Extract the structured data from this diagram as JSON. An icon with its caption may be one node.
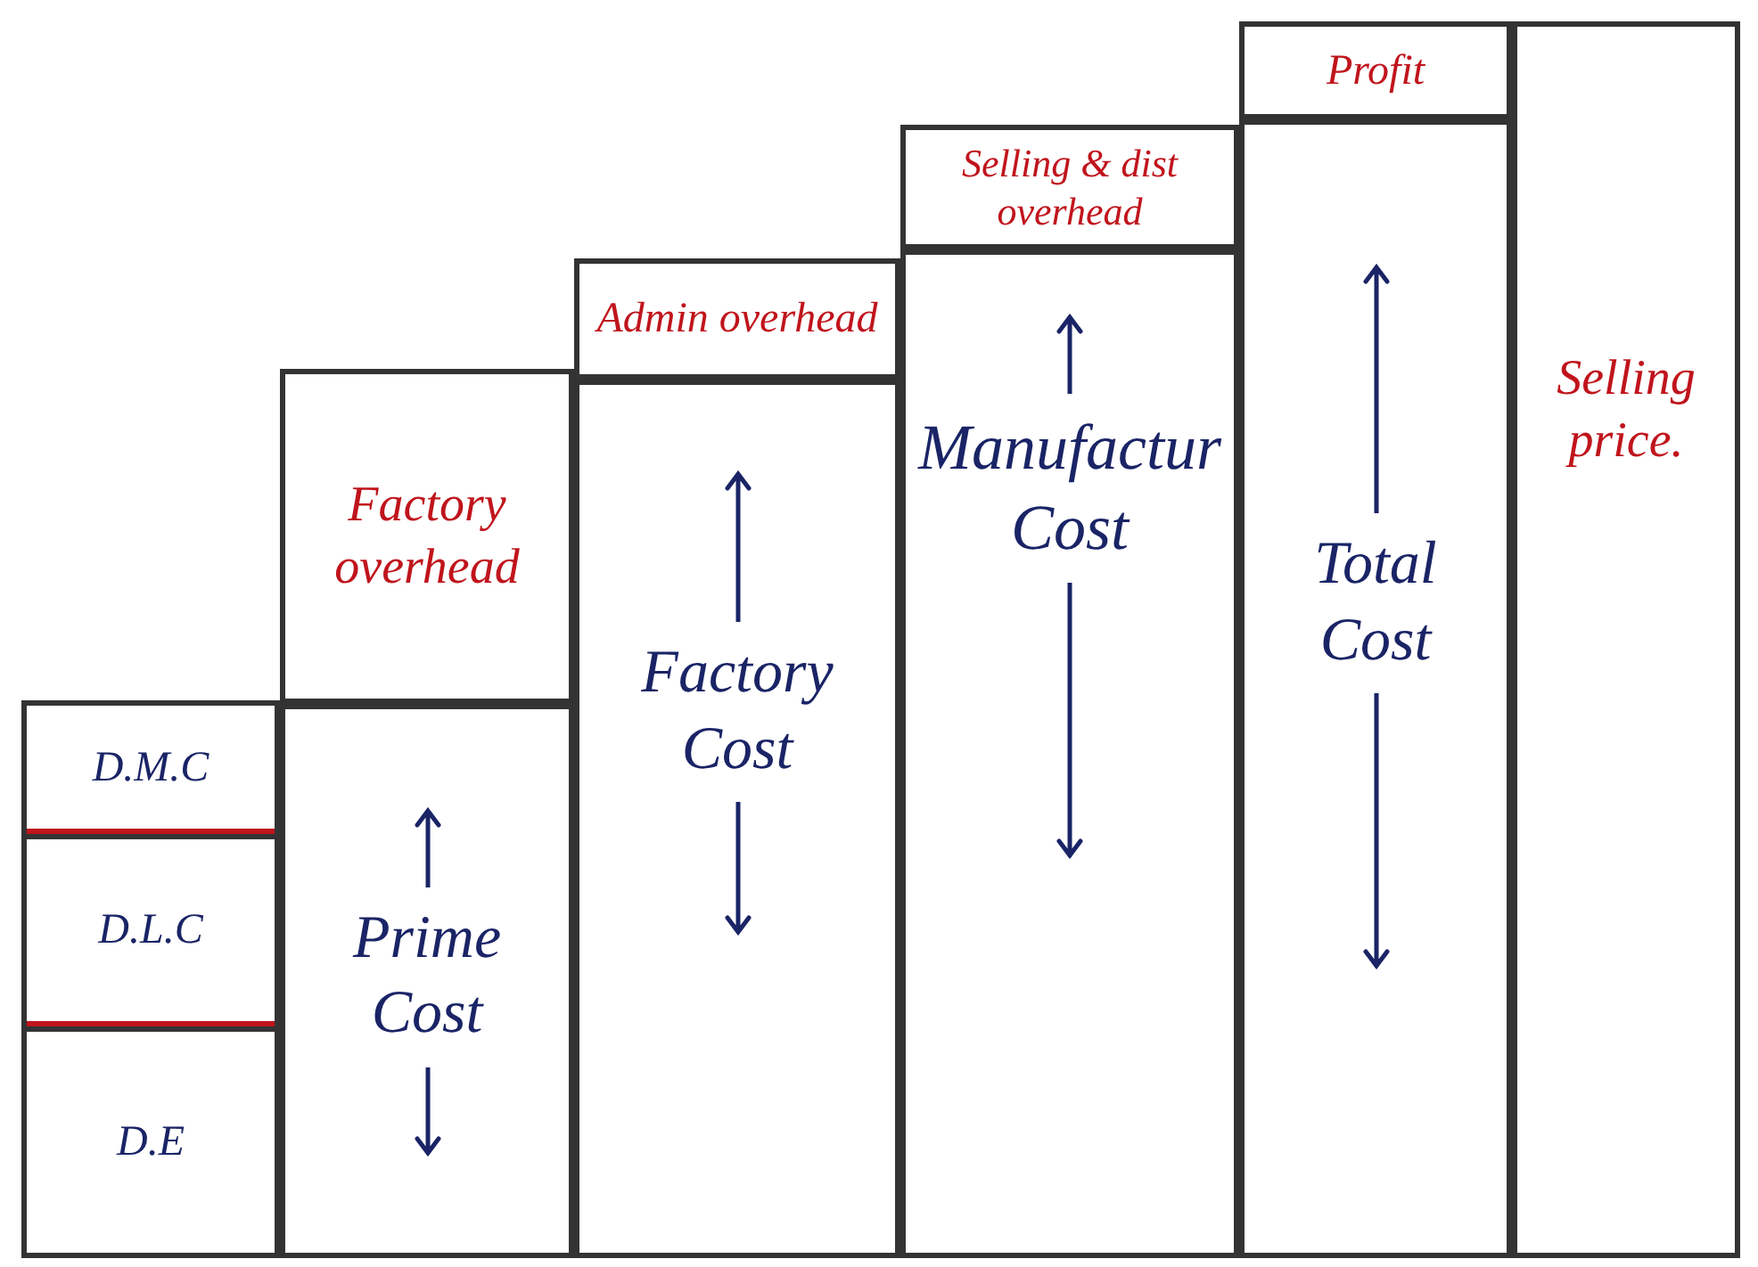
{
  "diagram": {
    "nodes": [
      {
        "text": [
          "D.M.C"
        ]
      },
      {
        "text": [
          "D.L.C"
        ]
      },
      {
        "text": [
          "D.E"
        ]
      },
      {
        "text": [
          "Factory overhead"
        ]
      },
      {
        "text": [
          "Prime Cost"
        ]
      },
      {
        "text": [
          "Admin overhead"
        ]
      },
      {
        "text": [
          "Factory Cost"
        ]
      },
      {
        "text": [
          "Selling & dist overhead"
        ]
      },
      {
        "text": [
          "Manufactur Cost"
        ]
      },
      {
        "text": [
          "Profit"
        ]
      },
      {
        "text": [
          "Total Cost"
        ]
      },
      {
        "text": [
          "Selling price."
        ]
      }
    ]
  }
}
